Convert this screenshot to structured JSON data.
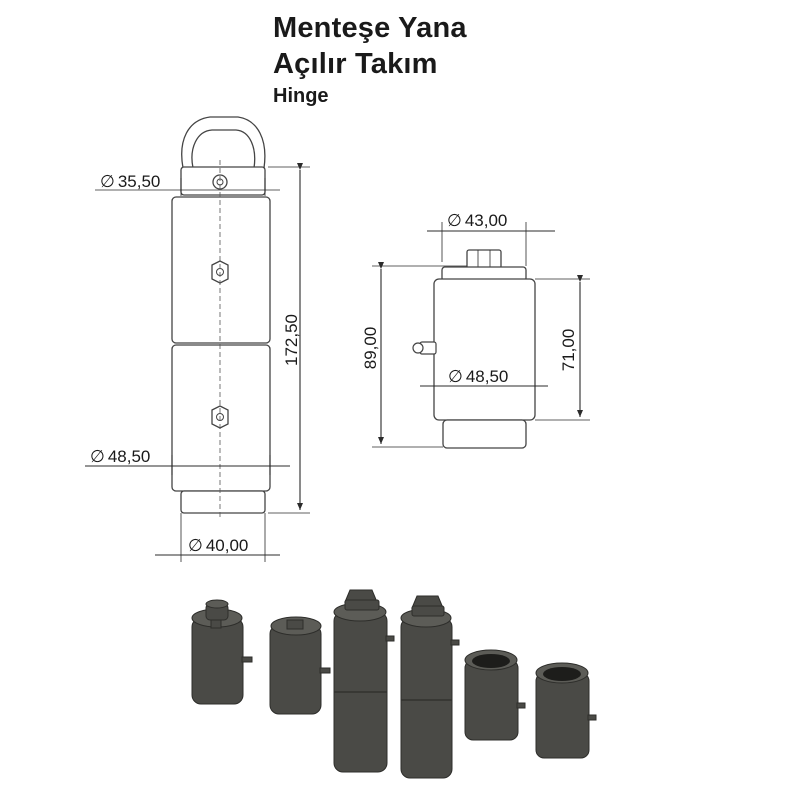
{
  "title_line1": "Menteşe Yana",
  "title_line2": "Açılır Takım",
  "subtitle": "Hinge",
  "dimensions": {
    "left_top_diameter": "35,50",
    "left_height": "172,50",
    "left_body_diameter": "48,50",
    "left_bottom_diameter": "40,00",
    "right_top_diameter": "43,00",
    "right_total_height": "89,00",
    "right_body_height": "71,00",
    "right_body_diameter": "48,50"
  },
  "diameter_symbol": "∅",
  "colors": {
    "line": "#2b2b2b",
    "metal": "#4a4a46"
  }
}
